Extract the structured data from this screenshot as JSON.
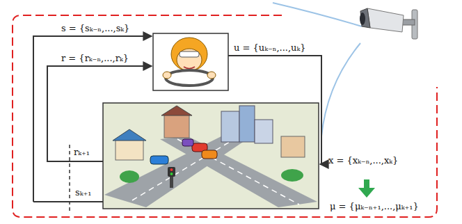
{
  "diagram": {
    "labels": [
      "s = {sₖ₋ₙ,...,sₖ}",
      "r = {rₖ₋ₙ,...,rₖ}",
      "u = {uₖ₋ₙ,...,uₖ}",
      "rₖ₊₁",
      "sₖ₊₁",
      "x = {xₖ₋ₙ,...,xₖ}",
      "μ = {μₖ₋ₙ₊₁,...,μₖ₊₁}"
    ]
  }
}
